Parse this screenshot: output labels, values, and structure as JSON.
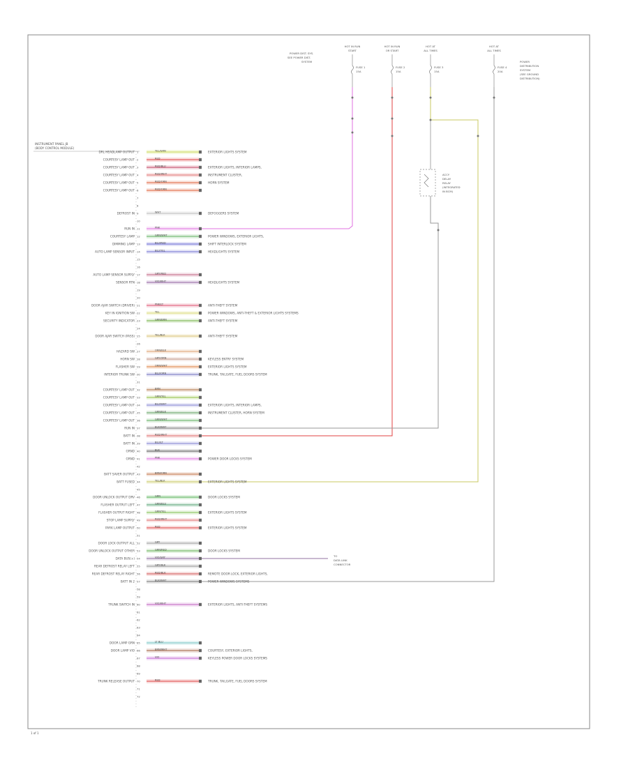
{
  "module": {
    "title_line1": "INSTRUMENT PANEL JB",
    "title_line2": "(BODY CONTROL MODULE)"
  },
  "footer": {
    "label": "1 of 1"
  },
  "fuses": [
    {
      "id": "f1",
      "title_line1": "HOT IN RUN",
      "title_line2": "START",
      "fuse": "FUSE 1",
      "amps": "15A"
    },
    {
      "id": "f2",
      "title_line1": "HOT IN RUN",
      "title_line2": "OR START",
      "fuse": "FUSE 2",
      "amps": "15A"
    },
    {
      "id": "f3",
      "title_line1": "HOT AT",
      "title_line2": "ALL TIMES",
      "fuse": "FUSE 3",
      "amps": "15A"
    },
    {
      "id": "f4",
      "title_line1": "HOT AT",
      "title_line2": "ALL TIMES",
      "fuse": "FUSE 4",
      "amps": "20A"
    }
  ],
  "top_notes": {
    "left_line1": "POWER DIST. SYS.",
    "left_line2": "SEE POWER DIST.",
    "left_line3": "SYSTEM",
    "right_lines": [
      "POWER",
      "DISTRIBUTION",
      "SYSTEM",
      "(SEE GROUND",
      "DISTRIBUTION)"
    ]
  },
  "relay": {
    "lines": [
      "ACCY",
      "DELAY",
      "RELAY",
      "(INTEGRATED",
      "IN BCM)"
    ]
  },
  "pins": [
    {
      "n": "1",
      "label": "DRL HEADLAMP OUTPUT",
      "code": "YEL/GRN",
      "color": "#c8d64a",
      "conn": "EXTERIOR LIGHTS SYSTEM"
    },
    {
      "n": "2",
      "label": "COURTESY LAMP OUT",
      "code": "RED",
      "color": "#e04040",
      "conn": ""
    },
    {
      "n": "3",
      "label": "COURTESY LAMP OUT",
      "code": "RED/BLU",
      "color": "#c24060",
      "conn": "EXTERIOR LIGHTS, INTERIOR LAMPS,"
    },
    {
      "n": "4",
      "label": "COURTESY LAMP OUT",
      "code": "RED/WHT",
      "color": "#e06a6a",
      "conn": "INSTRUMENT CLUSTER,"
    },
    {
      "n": "5",
      "label": "COURTESY LAMP OUT",
      "code": "RED/ORN",
      "color": "#e0603a",
      "conn": "HORN SYSTEM"
    },
    {
      "n": "6",
      "label": "COURTESY LAMP OUT",
      "code": "RED/ORN",
      "color": "#e0603a",
      "conn": ""
    },
    {
      "n": "7",
      "label": "",
      "code": "",
      "color": "",
      "conn": ""
    },
    {
      "n": "8",
      "label": "",
      "code": "",
      "color": "",
      "conn": ""
    },
    {
      "n": "9",
      "label": "DEFROST IN",
      "code": "WHT",
      "color": "#bbbbbb",
      "conn": "DEFOGGERS SYSTEM"
    },
    {
      "n": "10",
      "label": "",
      "code": "",
      "color": "",
      "conn": ""
    },
    {
      "n": "11",
      "label": "RUN IN",
      "code": "PNK",
      "color": "#e070e0",
      "conn": ""
    },
    {
      "n": "12",
      "label": "COURTESY LAMP",
      "code": "GRN/WHT",
      "color": "#60b060",
      "conn": "POWER WINDOWS, EXTERIOR LIGHTS,"
    },
    {
      "n": "13",
      "label": "DIMMING LAMP",
      "code": "BLU/RED",
      "color": "#6060d0",
      "conn": "SHIFT INTERLOCK SYSTEM"
    },
    {
      "n": "14",
      "label": "AUTO LAMP SENSOR INPUT",
      "code": "BLU/YEL",
      "color": "#7070d0",
      "conn": "HEADLIGHTS SYSTEM"
    },
    {
      "n": "15",
      "label": "",
      "code": "",
      "color": "",
      "conn": ""
    },
    {
      "n": "16",
      "label": "",
      "code": "",
      "color": "",
      "conn": ""
    },
    {
      "n": "17",
      "label": "AUTO LAMP SENSOR SUPPLY",
      "code": "GRY/RED",
      "color": "#c06080",
      "conn": ""
    },
    {
      "n": "18",
      "label": "SENSOR RTN",
      "code": "VIO/WHT",
      "color": "#9060a0",
      "conn": "HEADLIGHTS SYSTEM"
    },
    {
      "n": "19",
      "label": "",
      "code": "",
      "color": "",
      "conn": ""
    },
    {
      "n": "20",
      "label": "",
      "code": "",
      "color": "",
      "conn": ""
    },
    {
      "n": "21",
      "label": "DOOR AJAR SWITCH (DRIVER)",
      "code": "PNK/LT",
      "color": "#e05070",
      "conn": "ANTI-THEFT SYSTEM"
    },
    {
      "n": "22",
      "label": "KEY IN IGNITION SW",
      "code": "YEL",
      "color": "#d8d870",
      "conn": "POWER WINDOWS, ANTI-THEFT & EXTERIOR LIGHTS SYSTEMS"
    },
    {
      "n": "23",
      "label": "SECURITY INDICATOR",
      "code": "GRN/BRN",
      "color": "#70b040",
      "conn": "ANTI-THEFT SYSTEM"
    },
    {
      "n": "24",
      "label": "",
      "code": "",
      "color": "",
      "conn": ""
    },
    {
      "n": "25",
      "label": "DOOR AJAR SWITCH (PASS)",
      "code": "YEL/BLK",
      "color": "#d8c070",
      "conn": "ANTI-THEFT SYSTEM"
    },
    {
      "n": "26",
      "label": "",
      "code": "",
      "color": "",
      "conn": ""
    },
    {
      "n": "27",
      "label": "HAZARD SW",
      "code": "ORN/BLK",
      "color": "#e0a070",
      "conn": ""
    },
    {
      "n": "28",
      "label": "HORN SW",
      "code": "GRY/ORN",
      "color": "#c09080",
      "conn": "KEYLESS ENTRY SYSTEM"
    },
    {
      "n": "29",
      "label": "FLASHER SW",
      "code": "ORN/WHT",
      "color": "#e08040",
      "conn": "EXTERIOR LIGHTS SYSTEM"
    },
    {
      "n": "30",
      "label": "INTERIOR TRUNK SW",
      "code": "BLU/ORN",
      "color": "#7070c0",
      "conn": "TRUNK, TAILGATE, FUEL DOORS SYSTEM"
    },
    {
      "n": "31",
      "label": "",
      "code": "",
      "color": "",
      "conn": ""
    },
    {
      "n": "32",
      "label": "COURTESY LAMP OUT",
      "code": "BRN",
      "color": "#b07040",
      "conn": ""
    },
    {
      "n": "33",
      "label": "COURTESY LAMP OUT",
      "code": "GRN/YEL",
      "color": "#90c040",
      "conn": ""
    },
    {
      "n": "34",
      "label": "COURTESY LAMP OUT",
      "code": "BLU/WHT",
      "color": "#8080d0",
      "conn": "EXTERIOR LIGHTS, INTERIOR LAMPS,"
    },
    {
      "n": "35",
      "label": "COURTESY LAMP OUT",
      "code": "GRN/BLK",
      "color": "#60a060",
      "conn": "INSTRUMENT CLUSTER, HORN SYSTEM"
    },
    {
      "n": "36",
      "label": "COURTESY LAMP OUT",
      "code": "GRN/WHT",
      "color": "#60b060",
      "conn": ""
    },
    {
      "n": "37",
      "label": "RUN IN",
      "code": "BLK/WHT",
      "color": "#777777",
      "conn": ""
    },
    {
      "n": "38",
      "label": "BATT IN",
      "code": "RED/WHT",
      "color": "#e06a6a",
      "conn": ""
    },
    {
      "n": "39",
      "label": "BATT IN",
      "code": "BLU/LT",
      "color": "#8080d0",
      "conn": ""
    },
    {
      "n": "40",
      "label": "GRND",
      "code": "BLK",
      "color": "#555555",
      "conn": ""
    },
    {
      "n": "41",
      "label": "GRND",
      "code": "PNK",
      "color": "#e070e0",
      "conn": "POWER DOOR LOCKS SYSTEM"
    },
    {
      "n": "42",
      "label": "",
      "code": "",
      "color": "",
      "conn": ""
    },
    {
      "n": "43",
      "label": "BATT SAVER OUTPUT",
      "code": "BRN/ORN",
      "color": "#c07040",
      "conn": ""
    },
    {
      "n": "44",
      "label": "BATT FUSED",
      "code": "YEL/BLK",
      "color": "#c8c860",
      "conn": "EXTERIOR LIGHTS SYSTEM"
    },
    {
      "n": "45",
      "label": "",
      "code": "",
      "color": "",
      "conn": ""
    },
    {
      "n": "46",
      "label": "DOOR UNLOCK OUTPUT DRV",
      "code": "GRN",
      "color": "#50b050",
      "conn": "DOOR LOCKS SYSTEM"
    },
    {
      "n": "47",
      "label": "FLASHER OUTPUT LEFT",
      "code": "GRN/BLU",
      "color": "#50a070",
      "conn": ""
    },
    {
      "n": "48",
      "label": "FLASHER OUTPUT RIGHT",
      "code": "GRN/YEL",
      "color": "#80c050",
      "conn": "EXTERIOR LIGHTS SYSTEM"
    },
    {
      "n": "49",
      "label": "STOP LAMP SUPPLY",
      "code": "RED/WHT",
      "color": "#e06a6a",
      "conn": ""
    },
    {
      "n": "50",
      "label": "PARK LAMP OUTPUT",
      "code": "RED",
      "color": "#e04040",
      "conn": "EXTERIOR LIGHTS SYSTEM"
    },
    {
      "n": "51",
      "label": "",
      "code": "",
      "color": "",
      "conn": ""
    },
    {
      "n": "52",
      "label": "DOOR LOCK OUTPUT ALL",
      "code": "GRY",
      "color": "#999999",
      "conn": ""
    },
    {
      "n": "53",
      "label": "DOOR UNLOCK OUTPUT OTHER",
      "code": "GRN/RED",
      "color": "#60b050",
      "conn": "DOOR LOCKS SYSTEM"
    },
    {
      "n": "54",
      "label": "DATA BUS(+)",
      "code": "VIO/GRY",
      "color": "#9070a0",
      "conn": ""
    },
    {
      "n": "55",
      "label": "REAR DEFROST RELAY LEFT",
      "code": "GRY/BLK",
      "color": "#909090",
      "conn": ""
    },
    {
      "n": "56",
      "label": "REAR DEFROST RELAY RIGHT",
      "code": "RED/BLK",
      "color": "#d05050",
      "conn": "REMOTE DOOR LOCK, EXTERIOR LIGHTS,"
    },
    {
      "n": "57",
      "label": "BATT IN 2",
      "code": "BLK/WHT",
      "color": "#777777",
      "conn": "POWER WINDOWS SYSTEMS"
    },
    {
      "n": "58",
      "label": "",
      "code": "",
      "color": "",
      "conn": ""
    },
    {
      "n": "59",
      "label": "",
      "code": "",
      "color": "",
      "conn": ""
    },
    {
      "n": "60",
      "label": "TRUNK SWITCH IN",
      "code": "VIO/WHT",
      "color": "#c060c0",
      "conn": "EXTERIOR LIGHTS, ANTI-THEFT SYSTEMS"
    },
    {
      "n": "61",
      "label": "",
      "code": "",
      "color": "",
      "conn": ""
    },
    {
      "n": "62",
      "label": "",
      "code": "",
      "color": "",
      "conn": ""
    },
    {
      "n": "63",
      "label": "",
      "code": "",
      "color": "",
      "conn": ""
    },
    {
      "n": "64",
      "label": "",
      "code": "",
      "color": "",
      "conn": ""
    },
    {
      "n": "65",
      "label": "DOOR LAMP GRN",
      "code": "LT BLU",
      "color": "#70c0c0",
      "conn": ""
    },
    {
      "n": "66",
      "label": "DOOR LAMP VIO",
      "code": "BRN/WHT",
      "color": "#a06040",
      "conn": "COURTESY, EXTERIOR LIGHTS,"
    },
    {
      "n": "67",
      "label": "",
      "code": "VIO",
      "color": "#c060d0",
      "conn": "KEYLESS POWER DOOR LOCKS SYSTEMS"
    },
    {
      "n": "68",
      "label": "",
      "code": "",
      "color": "",
      "conn": ""
    },
    {
      "n": "69",
      "label": "",
      "code": "",
      "color": "",
      "conn": ""
    },
    {
      "n": "70",
      "label": "TRUNK RELEASE OUTPUT",
      "code": "RED",
      "color": "#e04040",
      "conn": "TRUNK, TAILGATE, FUEL DOORS SYSTEM"
    },
    {
      "n": "71",
      "label": "",
      "code": "",
      "color": "",
      "conn": ""
    },
    {
      "n": "72",
      "label": "",
      "code": "",
      "color": "",
      "conn": ""
    }
  ],
  "side_notes": {
    "data_link": [
      "TO",
      "DATA LINK",
      "CONNECTOR"
    ]
  }
}
